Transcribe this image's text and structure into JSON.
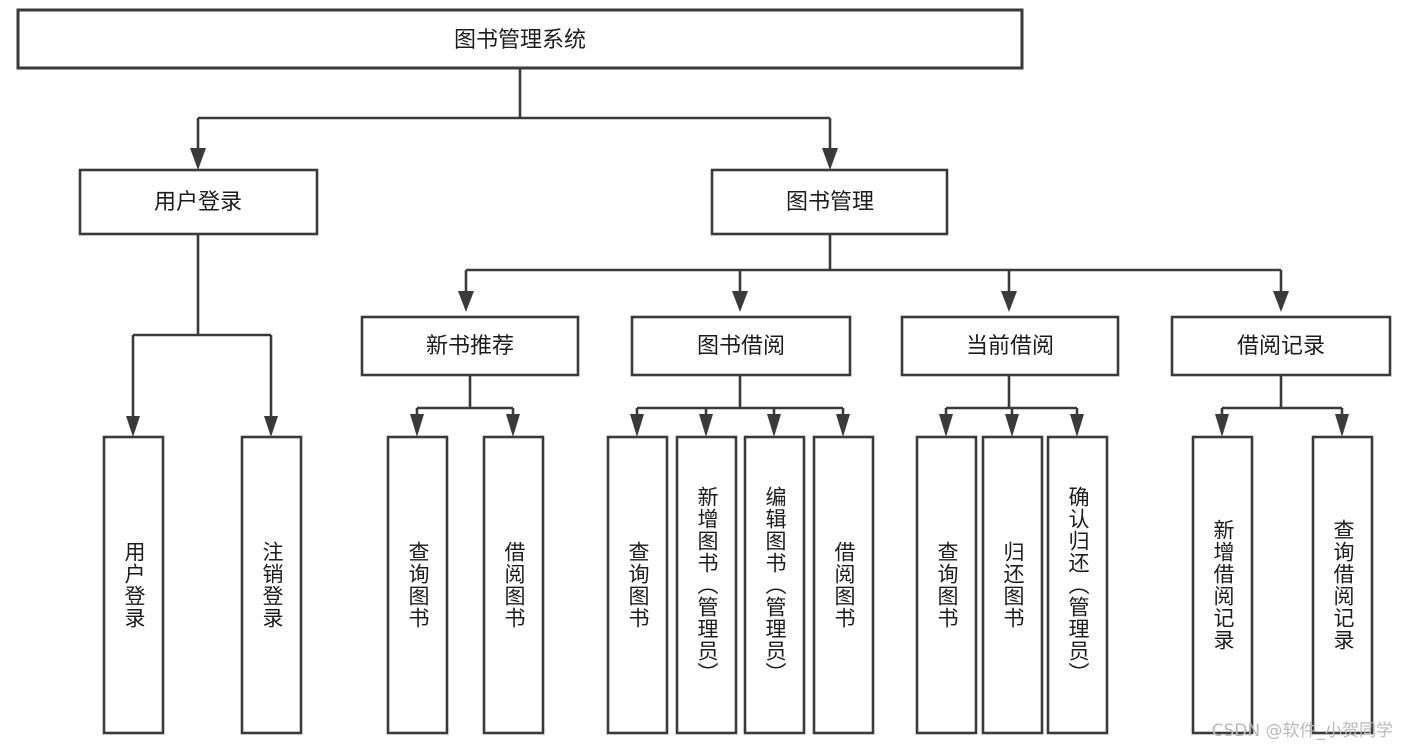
{
  "diagram": {
    "title": "图书管理系统",
    "type": "tree-hierarchy",
    "watermark": "CSDN @软件_小贺同学",
    "colors": {
      "background": "#ffffff",
      "box_stroke": "#3a3a3a",
      "box_fill": "#ffffff",
      "text": "#1c1c1c",
      "watermark": "#b9b9b9"
    },
    "levels": {
      "root": {
        "label": "图书管理系统",
        "orientation": "horizontal"
      },
      "level2": [
        {
          "label": "用户登录",
          "orientation": "horizontal"
        },
        {
          "label": "图书管理",
          "orientation": "horizontal"
        }
      ],
      "level3": [
        {
          "label": "新书推荐",
          "orientation": "horizontal"
        },
        {
          "label": "图书借阅",
          "orientation": "horizontal"
        },
        {
          "label": "当前借阅",
          "orientation": "horizontal"
        },
        {
          "label": "借阅记录",
          "orientation": "horizontal"
        }
      ],
      "leaves": [
        {
          "label": "用户登录",
          "orientation": "vertical",
          "parent": "用户登录"
        },
        {
          "label": "注销登录",
          "orientation": "vertical",
          "parent": "用户登录"
        },
        {
          "label": "查询图书",
          "orientation": "vertical",
          "parent": "新书推荐"
        },
        {
          "label": "借阅图书",
          "orientation": "vertical",
          "parent": "新书推荐"
        },
        {
          "label": "查询图书",
          "orientation": "vertical",
          "parent": "图书借阅"
        },
        {
          "label": "新增图书（管理员）",
          "orientation": "vertical",
          "parent": "图书借阅"
        },
        {
          "label": "编辑图书（管理员）",
          "orientation": "vertical",
          "parent": "图书借阅"
        },
        {
          "label": "借阅图书",
          "orientation": "vertical",
          "parent": "图书借阅"
        },
        {
          "label": "查询图书",
          "orientation": "vertical",
          "parent": "当前借阅"
        },
        {
          "label": "归还图书",
          "orientation": "vertical",
          "parent": "当前借阅"
        },
        {
          "label": "确认归还（管理员）",
          "orientation": "vertical",
          "parent": "当前借阅"
        },
        {
          "label": "新增借阅记录",
          "orientation": "vertical",
          "parent": "借阅记录"
        },
        {
          "label": "查询借阅记录",
          "orientation": "vertical",
          "parent": "借阅记录"
        }
      ]
    }
  }
}
